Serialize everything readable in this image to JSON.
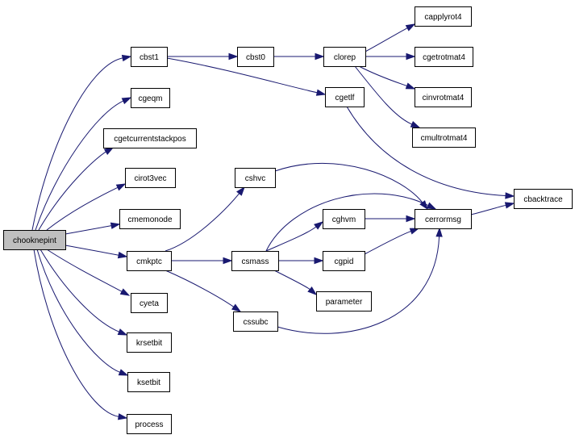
{
  "diagram": {
    "edge_color": "#191970",
    "root_fill": "#bfbfbf",
    "nodes": {
      "chooknepint": "chooknepint",
      "cbst1": "cbst1",
      "cgeqm": "cgeqm",
      "cgetcurrentstackpos": "cgetcurrentstackpos",
      "cirot3vec": "cirot3vec",
      "cmemonode": "cmemonode",
      "cmkptc": "cmkptc",
      "cyeta": "cyeta",
      "krsetbit": "krsetbit",
      "ksetbit": "ksetbit",
      "process": "process",
      "cbst0": "cbst0",
      "clorep": "clorep",
      "capplyrot4": "capplyrot4",
      "cgetrotmat4": "cgetrotmat4",
      "cinvrotmat4": "cinvrotmat4",
      "cmultrotmat4": "cmultrotmat4",
      "cgetlf": "cgetlf",
      "cbacktrace": "cbacktrace",
      "cshvc": "cshvc",
      "csmass": "csmass",
      "cssubc": "cssubc",
      "cghvm": "cghvm",
      "cgpid": "cgpid",
      "parameter": "parameter",
      "cerrormsg": "cerrormsg"
    },
    "edges": [
      [
        "chooknepint",
        "cbst1"
      ],
      [
        "chooknepint",
        "cgeqm"
      ],
      [
        "chooknepint",
        "cgetcurrentstackpos"
      ],
      [
        "chooknepint",
        "cirot3vec"
      ],
      [
        "chooknepint",
        "cmemonode"
      ],
      [
        "chooknepint",
        "cmkptc"
      ],
      [
        "chooknepint",
        "cyeta"
      ],
      [
        "chooknepint",
        "krsetbit"
      ],
      [
        "chooknepint",
        "ksetbit"
      ],
      [
        "chooknepint",
        "process"
      ],
      [
        "cbst1",
        "cbst0"
      ],
      [
        "cbst1",
        "cgetlf"
      ],
      [
        "cbst0",
        "clorep"
      ],
      [
        "clorep",
        "capplyrot4"
      ],
      [
        "clorep",
        "cgetrotmat4"
      ],
      [
        "clorep",
        "cinvrotmat4"
      ],
      [
        "clorep",
        "cmultrotmat4"
      ],
      [
        "cgetlf",
        "cbacktrace"
      ],
      [
        "cmkptc",
        "cshvc"
      ],
      [
        "cmkptc",
        "csmass"
      ],
      [
        "cmkptc",
        "cssubc"
      ],
      [
        "cshvc",
        "cerrormsg"
      ],
      [
        "csmass",
        "cghvm"
      ],
      [
        "csmass",
        "cgpid"
      ],
      [
        "csmass",
        "parameter"
      ],
      [
        "csmass",
        "cerrormsg"
      ],
      [
        "cghvm",
        "cerrormsg"
      ],
      [
        "cgpid",
        "cerrormsg"
      ],
      [
        "cssubc",
        "cerrormsg"
      ],
      [
        "cerrormsg",
        "cbacktrace"
      ]
    ]
  }
}
